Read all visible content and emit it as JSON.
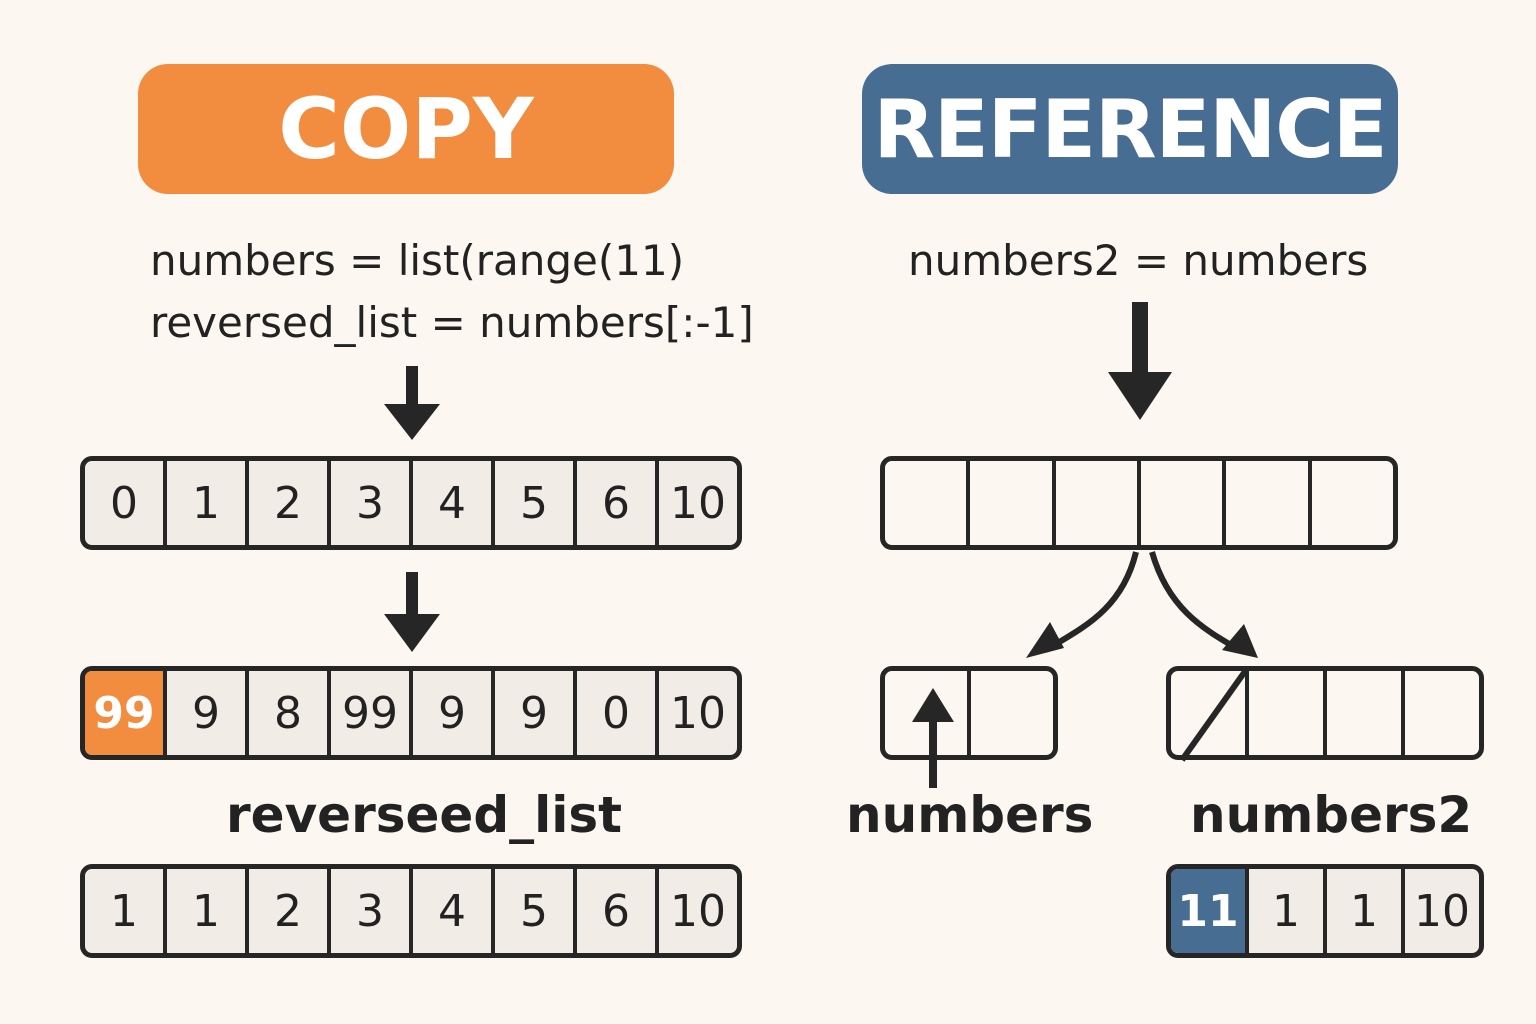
{
  "copy": {
    "title": "COPY",
    "code_line1": "numbers = list(range(11)",
    "code_line2": "reversed_list = numbers[:-1]",
    "original_values": [
      "0",
      "1",
      "2",
      "3",
      "4",
      "5",
      "6",
      "10"
    ],
    "modified_values": [
      "99",
      "9",
      "8",
      "99",
      "9",
      "9",
      "0",
      "10"
    ],
    "result_label": "reverseed_list",
    "result_values": [
      "1",
      "1",
      "2",
      "3",
      "4",
      "5",
      "6",
      "10"
    ],
    "highlight_color": "#f28c3f"
  },
  "reference": {
    "title": "REFERENCE",
    "code_line": "numbers2 = numbers",
    "numbers_label": "numbers",
    "numbers2_label": "numbers2",
    "numbers2_values": [
      "11",
      "1",
      "1",
      "10"
    ],
    "highlight_color": "#486d92"
  },
  "colors": {
    "background": "#fcf7f0",
    "ink": "#262626",
    "cell_fill": "#f2ece6"
  }
}
